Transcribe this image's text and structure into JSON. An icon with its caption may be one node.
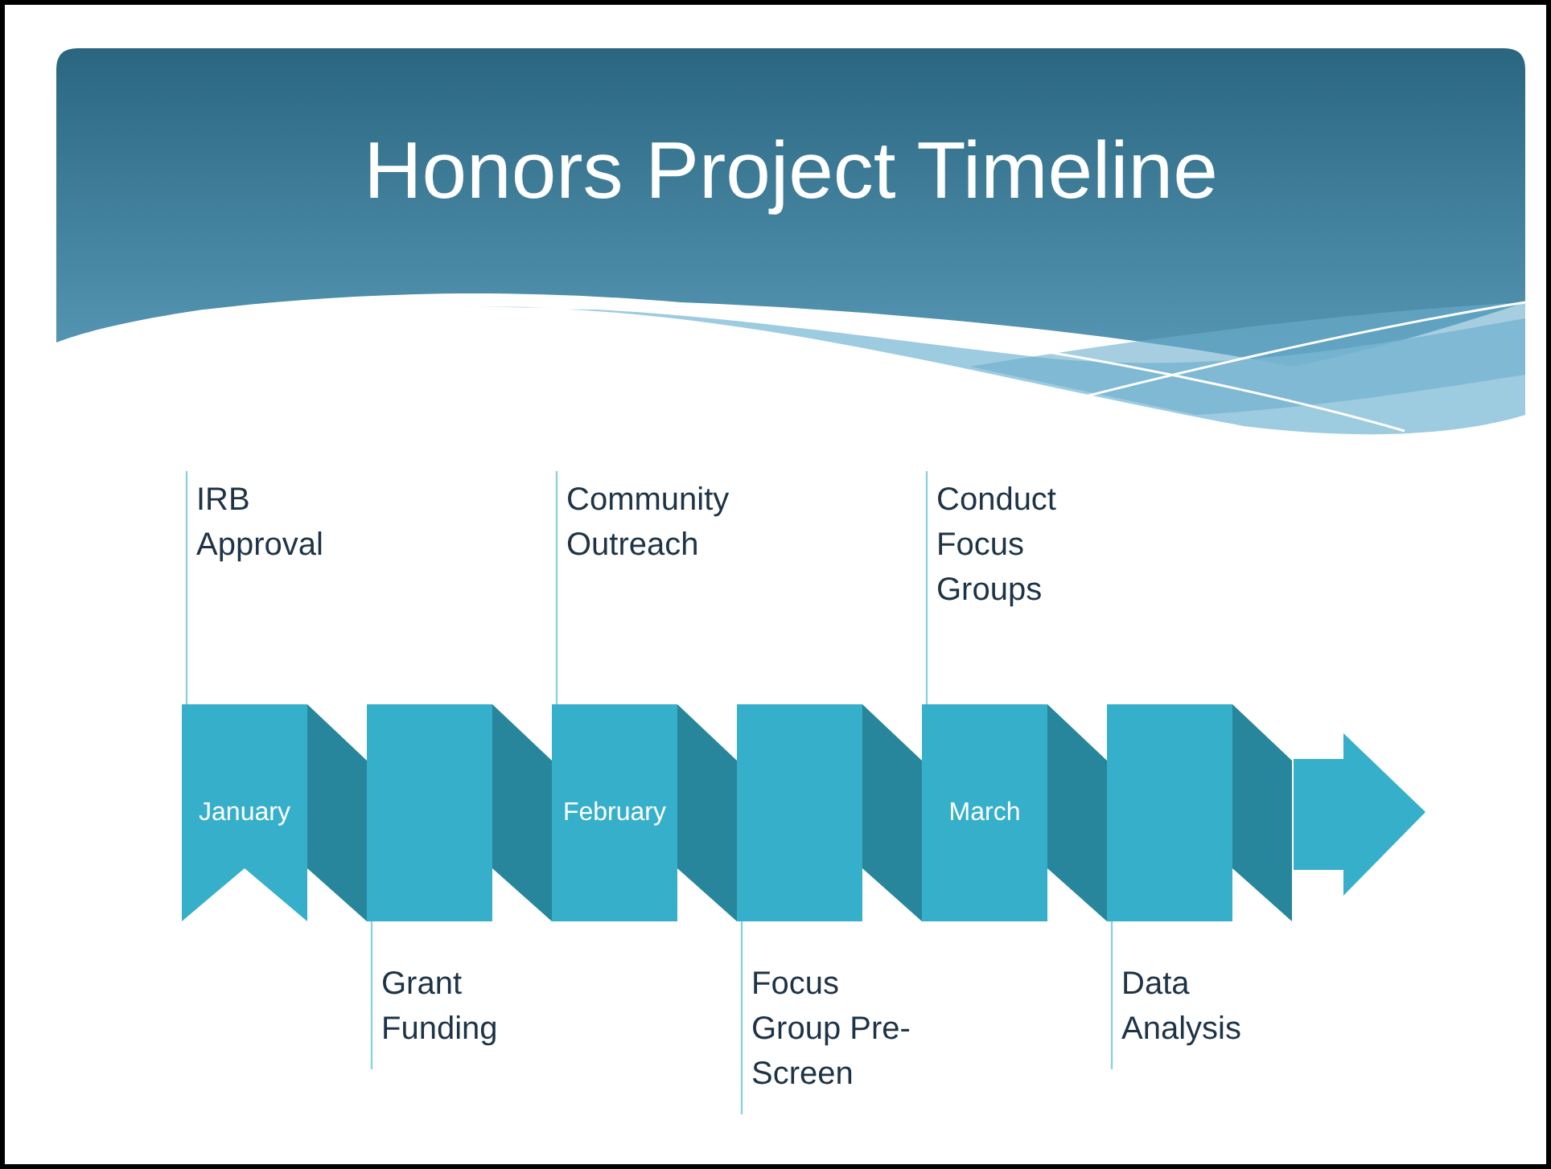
{
  "diagram": {
    "title": "Honors Project Timeline",
    "nodes": [
      {
        "text": [
          "January"
        ]
      },
      {
        "text": [],
        "shape": "box"
      },
      {
        "text": [
          "February"
        ]
      },
      {
        "text": [],
        "shape": "box"
      },
      {
        "text": [
          "March"
        ]
      },
      {
        "text": [],
        "shape": "box"
      },
      {
        "text": [
          "IRB Approval"
        ]
      },
      {
        "text": [
          "Grant Funding"
        ]
      },
      {
        "text": [
          "Community Outreach"
        ]
      },
      {
        "text": [
          "Focus Group Pre-Screen"
        ]
      },
      {
        "text": [
          "Conduct Focus Groups"
        ]
      },
      {
        "text": [
          "Data Analysis"
        ]
      }
    ],
    "edges": [
      {
        "from": 6,
        "to": 0,
        "arrow": "none"
      },
      {
        "from": 7,
        "to": 1,
        "arrow": "none"
      },
      {
        "from": 8,
        "to": 2,
        "arrow": "none"
      },
      {
        "from": 9,
        "to": 3,
        "arrow": "none"
      },
      {
        "from": 10,
        "to": 4,
        "arrow": "none"
      },
      {
        "from": 11,
        "to": 5,
        "arrow": "none"
      }
    ]
  }
}
